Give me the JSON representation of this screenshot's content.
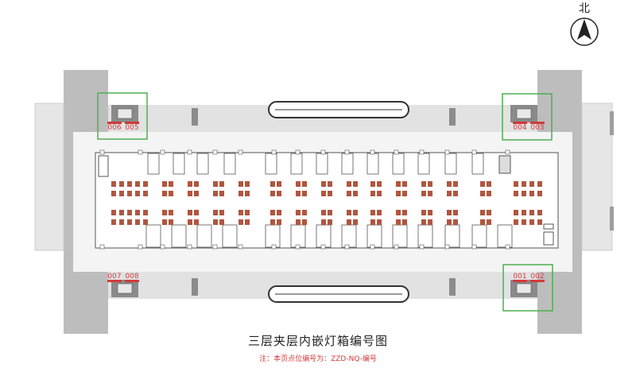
{
  "title": "三层夹层内嵌灯箱编号图",
  "note": "注：本页点位编号为：ZZD-NQ-编号",
  "compass": {
    "label": "北",
    "icon": "north-arrow-icon"
  },
  "markers": [
    {
      "id": "001",
      "group": "se"
    },
    {
      "id": "002",
      "group": "se"
    },
    {
      "id": "003",
      "group": "ne"
    },
    {
      "id": "004",
      "group": "ne"
    },
    {
      "id": "005",
      "group": "nw"
    },
    {
      "id": "006",
      "group": "nw"
    },
    {
      "id": "007",
      "group": "sw"
    },
    {
      "id": "008",
      "group": "sw"
    }
  ],
  "colors": {
    "marker": "#d23a3a",
    "highlight_box": "#4caf50",
    "wall": "#bdbdbd",
    "floor": "#f2f2f2",
    "seat": "#b0563f"
  }
}
